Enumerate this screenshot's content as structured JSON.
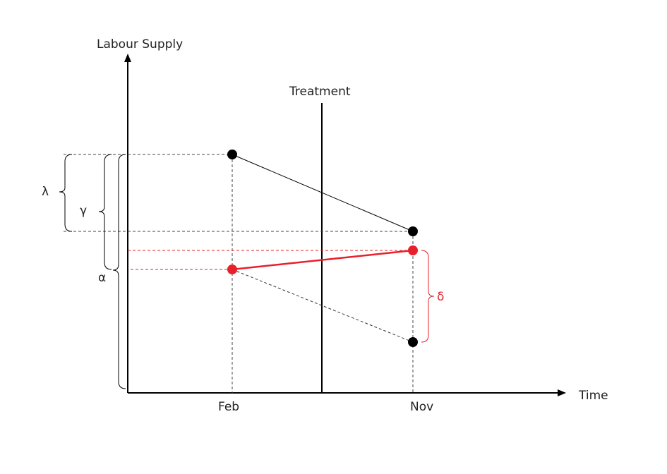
{
  "labels": {
    "y_axis": "Labour Supply",
    "x_axis": "Time",
    "treatment": "Treatment",
    "feb": "Feb",
    "nov": "Nov",
    "lambda": "λ",
    "gamma": "γ",
    "alpha": "α",
    "delta": "δ"
  },
  "colors": {
    "ink": "#000000",
    "red": "#e8202a"
  }
}
